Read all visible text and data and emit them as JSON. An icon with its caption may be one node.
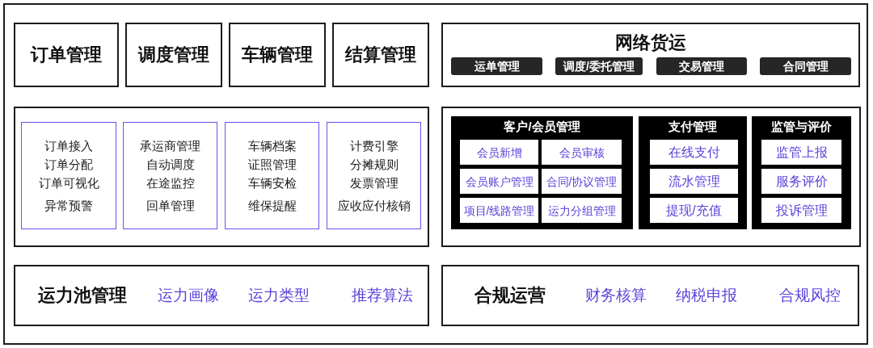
{
  "diagram": {
    "nodes": [
      {
        "text": [],
        "shape": "box"
      },
      {
        "text": [
          "订单管理"
        ],
        "in": 0
      },
      {
        "text": [
          "调度管理"
        ],
        "in": 0
      },
      {
        "text": [
          "车辆管理"
        ],
        "in": 0
      },
      {
        "text": [
          "结算管理"
        ],
        "in": 0
      },
      {
        "text": [
          "网络货运"
        ],
        "in": 0
      },
      {
        "text": [
          "运单管理"
        ],
        "in": 5
      },
      {
        "text": [
          "调度/委托管理"
        ],
        "in": 5
      },
      {
        "text": [
          "交易管理"
        ],
        "in": 5
      },
      {
        "text": [
          "合同管理"
        ],
        "in": 5
      },
      {
        "text": [],
        "shape": "box",
        "in": 0
      },
      {
        "text": [
          "订单接入",
          "订单分配",
          "订单可视化",
          "异常预警"
        ],
        "in": 10
      },
      {
        "text": [
          "承运商管理",
          "自动调度",
          "在途监控",
          "回单管理"
        ],
        "in": 10
      },
      {
        "text": [
          "车辆档案",
          "证照管理",
          "车辆安检",
          "维保提醒"
        ],
        "in": 10
      },
      {
        "text": [
          "计费引擎",
          "分摊规则",
          "发票管理",
          "应收应付核销"
        ],
        "in": 10
      },
      {
        "text": [],
        "shape": "box",
        "in": 0
      },
      {
        "text": [
          "客户/会员管理"
        ],
        "in": 15
      },
      {
        "text": [
          "会员新增"
        ],
        "in": 16
      },
      {
        "text": [
          "会员审核"
        ],
        "in": 16
      },
      {
        "text": [
          "会员账户管理"
        ],
        "in": 16
      },
      {
        "text": [
          "合同/协议管理"
        ],
        "in": 16
      },
      {
        "text": [
          "项目/线路管理"
        ],
        "in": 16
      },
      {
        "text": [
          "运力分组管理"
        ],
        "in": 16
      },
      {
        "text": [
          "支付管理"
        ],
        "in": 15
      },
      {
        "text": [
          "在线支付"
        ],
        "in": 23
      },
      {
        "text": [
          "流水管理"
        ],
        "in": 23
      },
      {
        "text": [
          "提现/充值"
        ],
        "in": 23
      },
      {
        "text": [
          "监管与评价"
        ],
        "in": 15
      },
      {
        "text": [
          "监管上报"
        ],
        "in": 27
      },
      {
        "text": [
          "服务评价"
        ],
        "in": 27
      },
      {
        "text": [
          "投诉管理"
        ],
        "in": 27
      },
      {
        "text": [
          "运力池管理",
          "运力画像",
          "运力类型",
          "推荐算法"
        ],
        "in": 0
      },
      {
        "text": [
          "合规运营",
          "财务核算",
          "纳税申报",
          "合规风控"
        ],
        "in": 0
      }
    ]
  }
}
